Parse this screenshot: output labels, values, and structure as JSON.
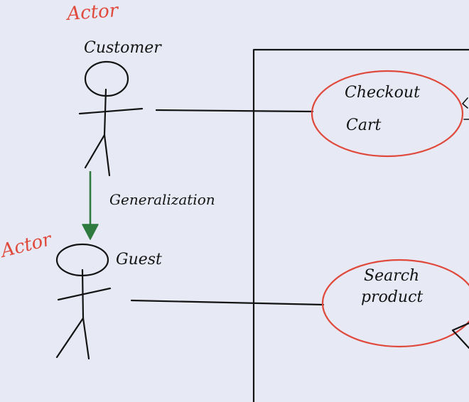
{
  "diagram": {
    "actors": [
      {
        "id": "customer",
        "stereotype": "Actor",
        "name": "Customer"
      },
      {
        "id": "guest",
        "stereotype": "Actor",
        "name": "Guest"
      }
    ],
    "generalization": {
      "label": "Generalization",
      "color": "#2f7a3e"
    },
    "use_cases": [
      {
        "id": "checkout",
        "line1": "Checkout",
        "line2": "Cart"
      },
      {
        "id": "search",
        "line1": "Search",
        "line2": "product"
      }
    ],
    "colors": {
      "ellipse_stroke": "#e04a3c",
      "actor_label": "#e04a3c",
      "background": "#e7e9f5",
      "ink": "#141414"
    }
  }
}
